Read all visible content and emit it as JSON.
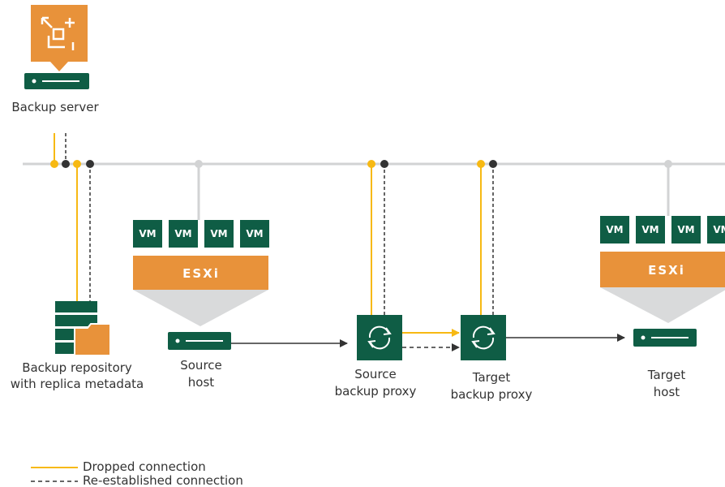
{
  "colors": {
    "orange": "#E8923A",
    "green": "#0F5D45",
    "yellow": "#F7B913",
    "grey_line": "#D2D3D4",
    "dark_dot": "#333333",
    "funnel": "#D9DADB"
  },
  "icons": {
    "backup_server": "veeam-logo-icon",
    "host": "server-icon",
    "proxy": "sync-arrows-icon",
    "repository": "database-folder-icon"
  },
  "backup_server": {
    "label": "Backup server"
  },
  "repository": {
    "label_line1": "Backup repository",
    "label_line2": "with replica metadata"
  },
  "source_host": {
    "vms": [
      "VM",
      "VM",
      "VM",
      "VM"
    ],
    "esxi": "ESXi",
    "label_line1": "Source",
    "label_line2": "host"
  },
  "source_proxy": {
    "label_line1": "Source",
    "label_line2": "backup proxy"
  },
  "target_proxy": {
    "label_line1": "Target",
    "label_line2": "backup proxy"
  },
  "target_host": {
    "vms": [
      "VM",
      "VM",
      "VM",
      "VM"
    ],
    "esxi": "ESXi",
    "label_line1": "Target",
    "label_line2": "host"
  },
  "legend": {
    "dropped": "Dropped connection",
    "reestablished": "Re-established connection"
  }
}
